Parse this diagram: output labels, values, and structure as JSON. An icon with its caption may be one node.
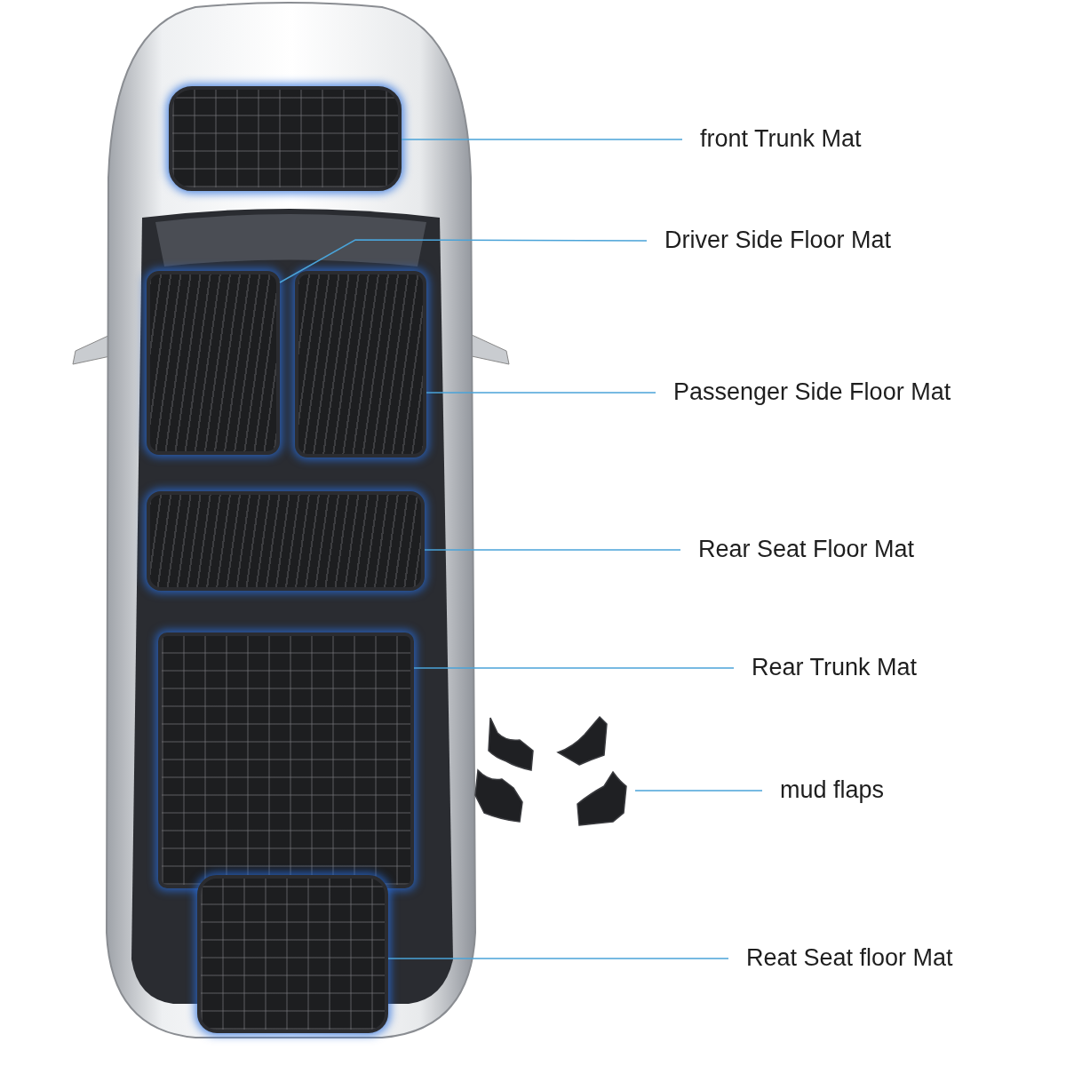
{
  "diagram": {
    "nodes": [
      {
        "text": [
          "front Trunk Mat"
        ]
      },
      {
        "text": [
          "Driver Side Floor Mat"
        ]
      },
      {
        "text": [
          "Passenger Side Floor Mat"
        ]
      },
      {
        "text": [
          "Rear Seat Floor Mat"
        ]
      },
      {
        "text": [
          "Rear Trunk Mat"
        ]
      },
      {
        "text": [
          "mud flaps"
        ]
      },
      {
        "text": [
          "Reat Seat floor Mat"
        ]
      },
      {
        "text": [],
        "shape": "box"
      },
      {
        "text": [],
        "shape": "box"
      },
      {
        "text": [],
        "shape": "box"
      },
      {
        "text": [],
        "shape": "box"
      },
      {
        "text": [],
        "shape": "box"
      },
      {
        "text": [],
        "shape": "picture"
      },
      {
        "text": [],
        "shape": "box"
      }
    ],
    "edges": [
      {
        "from": 0,
        "to": 7,
        "arrow": "none"
      },
      {
        "from": 1,
        "to": 8,
        "arrow": "none"
      },
      {
        "from": 2,
        "to": 9,
        "arrow": "none"
      },
      {
        "from": 3,
        "to": 10,
        "arrow": "none"
      },
      {
        "from": 4,
        "to": 11,
        "arrow": "none"
      },
      {
        "from": 5,
        "to": 12,
        "arrow": "none"
      },
      {
        "from": 6,
        "to": 13,
        "arrow": "none"
      }
    ]
  }
}
